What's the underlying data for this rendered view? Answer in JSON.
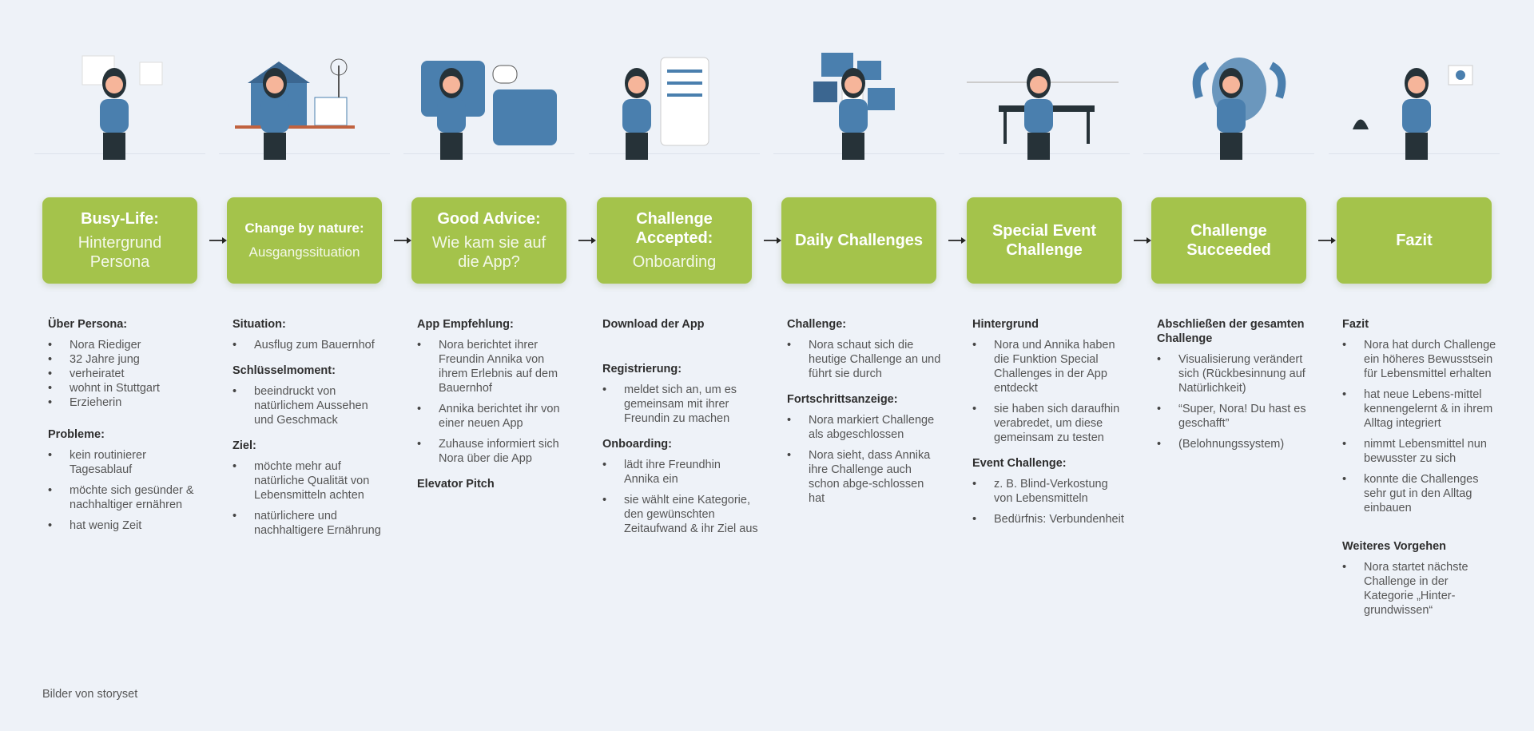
{
  "colors": {
    "background": "#eef2f8",
    "accent": "#a4c34b",
    "figure": "#4a7fae"
  },
  "columns": [
    {
      "illustration": "cooking-woman-illustration",
      "title": "Busy-Life:",
      "subtitle": "Hintergrund Persona",
      "sections": [
        {
          "heading": "Über Persona:",
          "items": [
            "Nora Riediger",
            "32 Jahre jung",
            "verheiratet",
            "wohnt in Stuttgart",
            "Erzieherin"
          ]
        },
        {
          "heading": "Probleme:",
          "items": [
            "kein routinierer Tagesablauf",
            "möchte sich gesünder & nachhaltiger ernähren",
            "hat wenig Zeit"
          ]
        }
      ]
    },
    {
      "illustration": "farm-illustration",
      "title": "Change by nature:",
      "subtitle": "Ausgangssituation",
      "sections": [
        {
          "heading": "Situation:",
          "items": [
            "Ausflug zum Bauernhof"
          ]
        },
        {
          "heading": "Schlüsselmoment:",
          "items": [
            "beeindruckt von natürlichem Aussehen und Geschmack"
          ]
        },
        {
          "heading": "Ziel:",
          "items": [
            "möchte mehr auf natürliche Qualität von Lebensmitteln achten",
            "natürlichere und nachhaltigere Ernährung"
          ]
        }
      ]
    },
    {
      "illustration": "video-call-illustration",
      "title": "Good Advice:",
      "subtitle": "Wie kam sie auf die App?",
      "sections": [
        {
          "heading": "App Empfehlung:",
          "items": [
            "Nora berichtet ihrer Freundin Annika von ihrem Erlebnis auf dem Bauernhof",
            "Annika berichtet ihr von einer neuen App",
            "Zuhause informiert sich Nora über die App"
          ]
        },
        {
          "heading": "Elevator Pitch",
          "items": []
        }
      ]
    },
    {
      "illustration": "onboarding-illustration",
      "title": "Challenge Accepted:",
      "subtitle": "Onboarding",
      "sections": [
        {
          "heading": "Download der App",
          "items": []
        },
        {
          "heading": "Registrierung:",
          "items": [
            "meldet sich an, um es gemeinsam mit ihrer Freundin zu machen"
          ]
        },
        {
          "heading": "Onboarding:",
          "items": [
            "lädt ihre Freundhin Annika ein",
            "sie wählt eine Kategorie, den gewünschten Zeitaufwand & ihr Ziel aus"
          ]
        }
      ]
    },
    {
      "illustration": "gallery-illustration",
      "title": "Daily Challenges",
      "subtitle": "",
      "sections": [
        {
          "heading": "Challenge:",
          "items": [
            "Nora schaut sich die heutige Challenge an und führt sie durch"
          ]
        },
        {
          "heading": "Fortschrittsanzeige:",
          "items": [
            "Nora markiert Challenge als abgeschlossen",
            "Nora sieht, dass Annika ihre Challenge auch schon abge-schlossen hat"
          ]
        }
      ]
    },
    {
      "illustration": "dinner-table-illustration",
      "title": "Special Event Challenge",
      "subtitle": "",
      "sections": [
        {
          "heading": "Hintergrund",
          "items": [
            "Nora und Annika haben die Funktion Special Challenges in der App entdeckt",
            "sie haben sich daraufhin verabredet, um diese gemeinsam zu testen"
          ]
        },
        {
          "heading": "Event Challenge:",
          "items": [
            "z. B. Blind-Verkostung von Lebensmitteln",
            "Bedürfnis: Verbundenheit"
          ]
        }
      ]
    },
    {
      "illustration": "strong-woman-illustration",
      "title": "Challenge Succeeded",
      "subtitle": "",
      "sections": [
        {
          "heading": "Abschließen der gesamten Challenge",
          "items": [
            "Visualisierung verändert sich (Rückbesinnung auf Natürlichkeit)",
            "“Super, Nora! Du hast es geschafft”",
            "(Belohnungssystem)"
          ]
        }
      ]
    },
    {
      "illustration": "jumping-woman-illustration",
      "title": "Fazit",
      "subtitle": "",
      "sections": [
        {
          "heading": "Fazit",
          "items": [
            "Nora hat durch Challenge ein höheres Bewusstsein für Lebensmittel erhalten",
            "hat neue Lebens-mittel kennengelernt & in ihrem Alltag integriert",
            "nimmt Lebensmittel nun bewusster zu sich",
            "konnte die Challenges sehr gut in den Alltag einbauen"
          ]
        },
        {
          "heading": "Weiteres Vorgehen",
          "items": [
            "Nora startet nächste Challenge in der Kategorie „Hinter-grundwissen“"
          ]
        }
      ]
    }
  ],
  "footer": "Bilder von storyset"
}
